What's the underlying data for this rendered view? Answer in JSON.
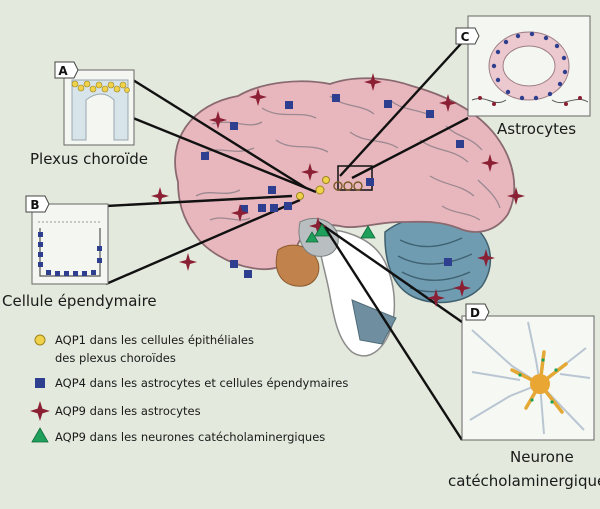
{
  "callouts": {
    "a": "A",
    "b": "B",
    "c": "C",
    "d": "D"
  },
  "labels": {
    "plexus": "Plexus choroïde",
    "cellule": "Cellule épendymaire",
    "astrocytes": "Astrocytes",
    "neurone_line1": "Neurone",
    "neurone_line2": "catécholaminergique"
  },
  "legend": {
    "aqp1_line1": "AQP1 dans les cellules épithéliales",
    "aqp1_line2": "des plexus choroïdes",
    "aqp4": "AQP4 dans les astrocytes et cellules épendymaires",
    "aqp9_astro": "AQP9 dans les astrocytes",
    "aqp9_neuro": "AQP9 dans les neurones catécholaminergiques"
  },
  "colors": {
    "background": "#e3e9dc",
    "cortex": "#e8b7bd",
    "cerebellum": "#6f9cb0",
    "brainstem": "#ffffff",
    "aqp1_marker": "#f0d24a",
    "aqp4_marker": "#2e3f8f",
    "aqp9_astro_marker": "#8b1f33",
    "aqp9_neuro_marker": "#1fa05a"
  }
}
